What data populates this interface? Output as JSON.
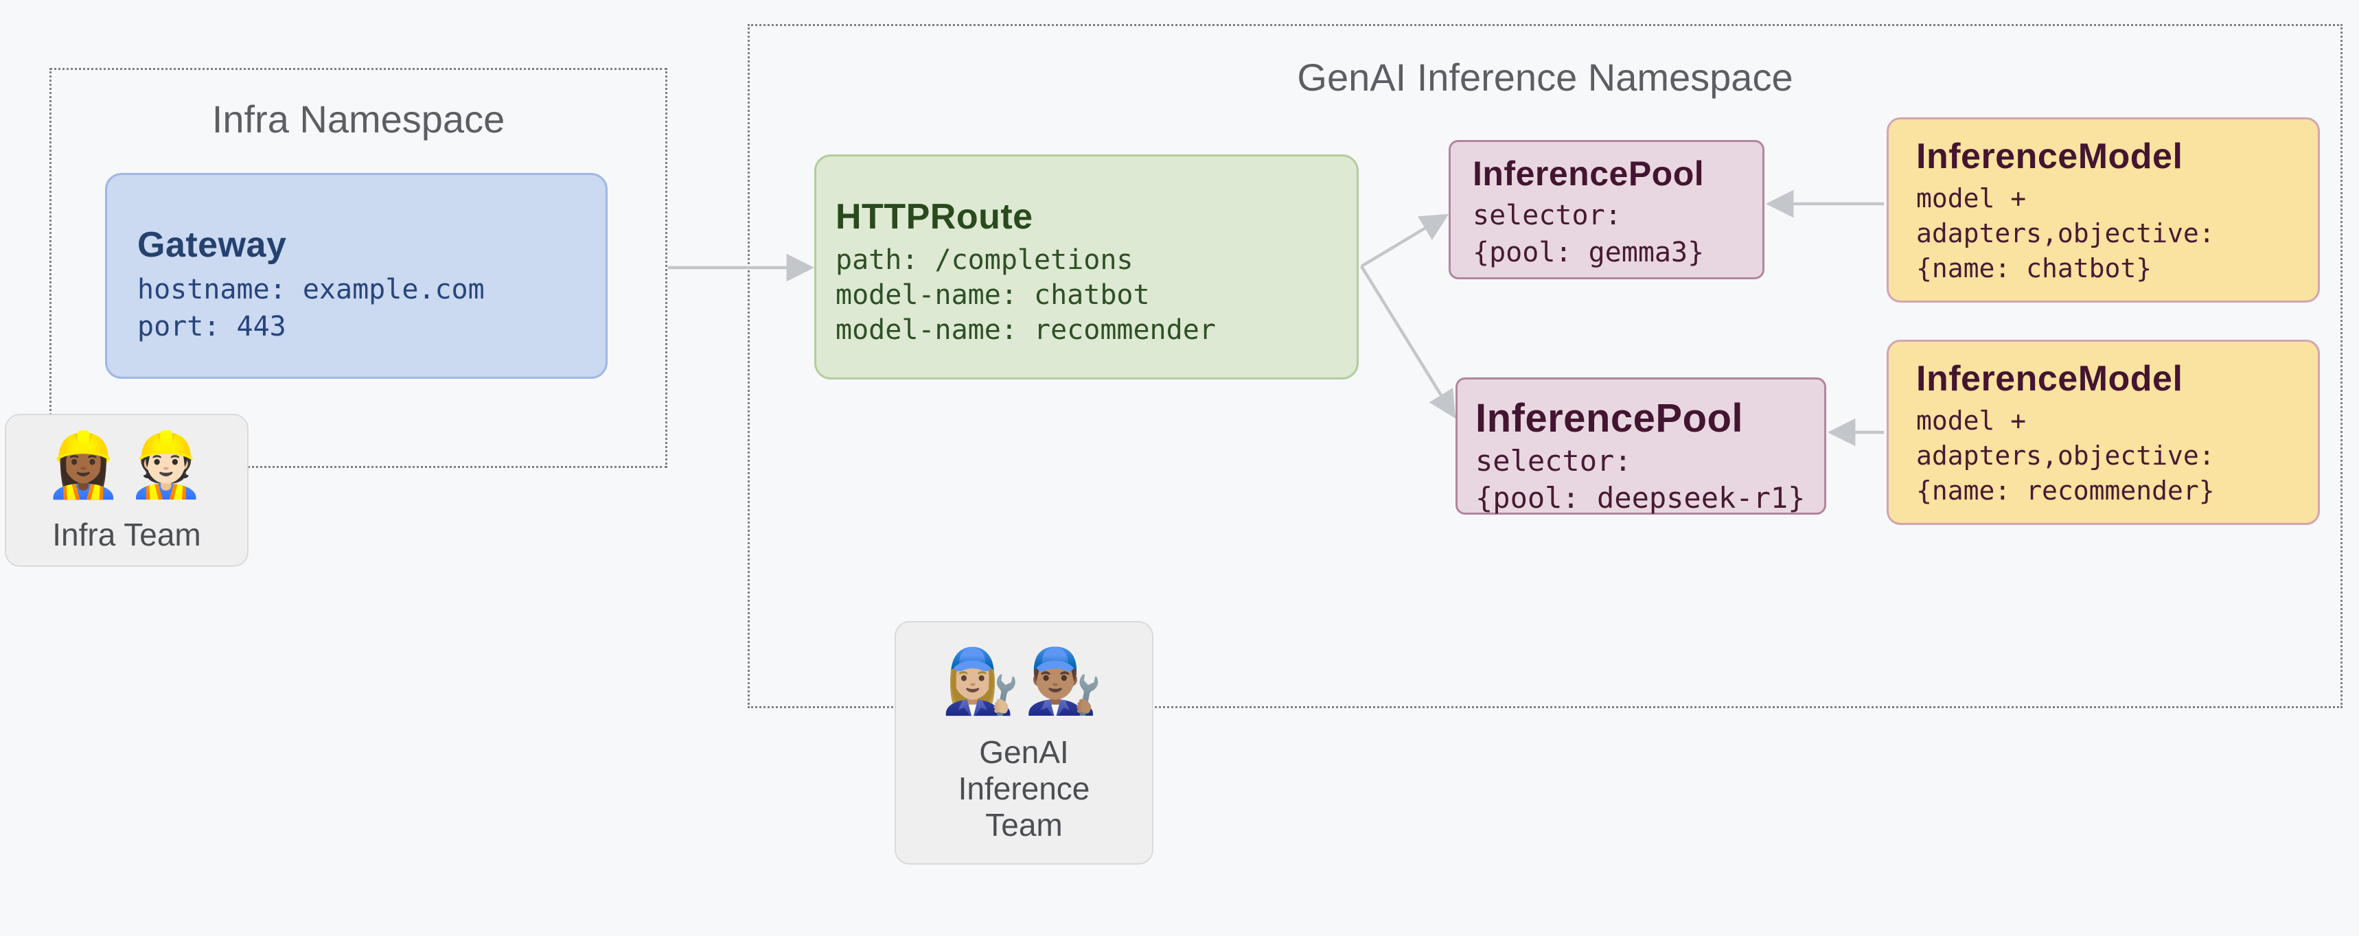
{
  "namespaces": {
    "infra": {
      "title": "Infra Namespace"
    },
    "genai": {
      "title": "GenAI Inference Namespace"
    }
  },
  "nodes": {
    "gateway": {
      "title": "Gateway",
      "lines": [
        "hostname: example.com",
        "port: 443"
      ]
    },
    "httproute": {
      "title": "HTTPRoute",
      "lines": [
        "path: /completions",
        "model-name: chatbot",
        "model-name: recommender"
      ]
    },
    "pool1": {
      "title": "InferencePool",
      "lines": [
        "selector:",
        "{pool: gemma3}"
      ]
    },
    "pool2": {
      "title": "InferencePool",
      "lines": [
        "selector:",
        "{pool: deepseek-r1}"
      ]
    },
    "model1": {
      "title": "InferenceModel",
      "lines": [
        "model +",
        "adapters,objective:",
        "{name: chatbot}"
      ]
    },
    "model2": {
      "title": "InferenceModel",
      "lines": [
        "model +",
        "adapters,objective:",
        "{name: recommender}"
      ]
    }
  },
  "teams": {
    "infra": {
      "emoji": "👷🏾‍♀️👷🏻",
      "label": "Infra Team"
    },
    "genai": {
      "emoji": "👩🏼‍🔧👨🏽‍🔧",
      "label_lines": [
        "GenAI",
        "Inference",
        "Team"
      ]
    }
  },
  "edges": [
    {
      "from": "gateway",
      "to": "httproute"
    },
    {
      "from": "httproute",
      "to": "inference-pool-1"
    },
    {
      "from": "httproute",
      "to": "inference-pool-2"
    },
    {
      "from": "inference-model-1",
      "to": "inference-pool-1"
    },
    {
      "from": "inference-model-2",
      "to": "inference-pool-2"
    }
  ],
  "colors": {
    "background": "#f7f8fa",
    "namespace_border": "#7f8084",
    "namespace_title": "#5b5f63",
    "gateway_fill": "#cbd9f1",
    "gateway_border": "#9fb7e4",
    "gateway_text": "#27457c",
    "httproute_fill": "#dde9d2",
    "httproute_border": "#b3cd9e",
    "httproute_text": "#2f4f26",
    "pool_fill": "#e8d7e1",
    "pool_border": "#b1869d",
    "pool_text": "#471a33",
    "model_fill": "#fae2a0",
    "model_border": "#d2a4b4",
    "model_text": "#471a33",
    "team_fill": "#efeff0",
    "team_border": "#dadadb",
    "arrow": "#c3c6ca"
  }
}
